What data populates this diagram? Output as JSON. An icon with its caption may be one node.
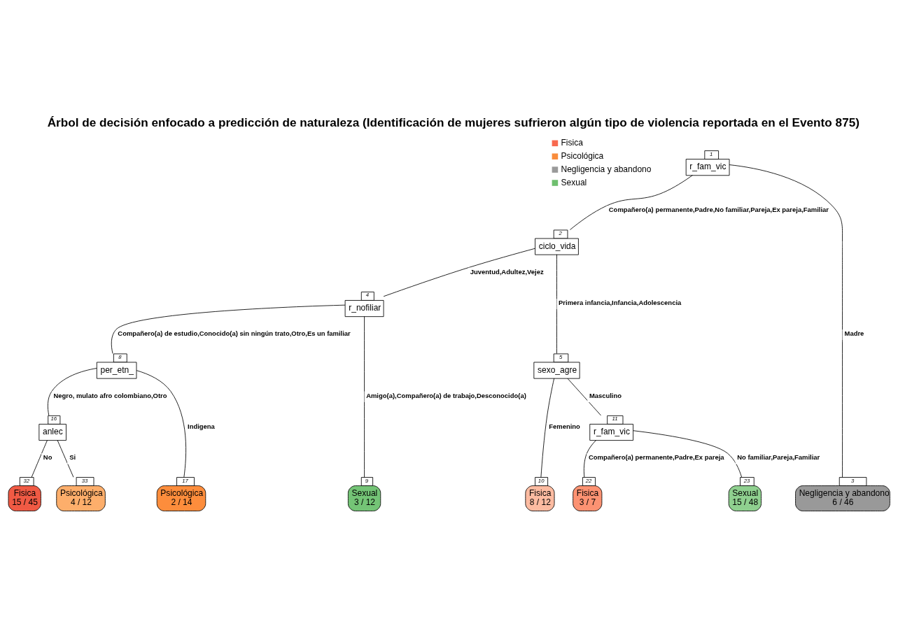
{
  "diagram": {
    "title": "Árbol de decisión enfocado a predicción de naturaleza (Identificación de mujeres sufrieron algún tipo de violencia reportada en el Evento 875)",
    "nodes": [
      {
        "text": [
          "r_fam_vic"
        ],
        "beside": [
          "1"
        ]
      },
      {
        "text": [
          "ciclo_vida"
        ],
        "beside": [
          "2"
        ]
      },
      {
        "text": [
          "r_nofiliar"
        ],
        "beside": [
          "4"
        ]
      },
      {
        "text": [
          "per_etn_"
        ],
        "beside": [
          "8"
        ]
      },
      {
        "text": [
          "anlec"
        ],
        "beside": [
          "16"
        ]
      },
      {
        "text": [
          "Fisica",
          "15 / 45"
        ],
        "beside": [
          "32"
        ]
      },
      {
        "text": [
          "Psicológica",
          "4 / 12"
        ],
        "beside": [
          "33"
        ]
      },
      {
        "text": [
          "Psicológica",
          "2 / 14"
        ],
        "beside": [
          "17"
        ]
      },
      {
        "text": [
          "Sexual",
          "3 / 12"
        ],
        "beside": [
          "9"
        ]
      },
      {
        "text": [
          "sexo_agre"
        ],
        "beside": [
          "5"
        ]
      },
      {
        "text": [
          "Fisica",
          "8 / 12"
        ],
        "beside": [
          "10"
        ]
      },
      {
        "text": [
          "r_fam_vic"
        ],
        "beside": [
          "11"
        ]
      },
      {
        "text": [
          "Fisica",
          "3 / 7"
        ],
        "beside": [
          "22"
        ]
      },
      {
        "text": [
          "Sexual",
          "15 / 48"
        ],
        "beside": [
          "23"
        ]
      },
      {
        "text": [
          "Negligencia y abandono",
          "6 / 46"
        ],
        "beside": [
          "3"
        ]
      }
    ],
    "edges": [
      {
        "from": 0,
        "to": 1,
        "arrow": "none",
        "label": "Compañero(a) permanente,Padre,No familiar,Pareja,Ex pareja,Familiar"
      },
      {
        "from": 0,
        "to": 14,
        "arrow": "none",
        "label": "Madre"
      },
      {
        "from": 1,
        "to": 2,
        "arrow": "none",
        "label": "Juventud,Adultez,Vejez"
      },
      {
        "from": 1,
        "to": 9,
        "arrow": "none",
        "label": "Primera infancia,Infancia,Adolescencia"
      },
      {
        "from": 2,
        "to": 3,
        "arrow": "none",
        "label": "Compañero(a) de estudio,Conocido(a) sin ningún trato,Otro,Es un familiar"
      },
      {
        "from": 2,
        "to": 8,
        "arrow": "none",
        "label": "Amigo(a),Compañero(a) de trabajo,Desconocido(a)"
      },
      {
        "from": 3,
        "to": 4,
        "arrow": "none",
        "label": "Negro, mulato afro colombiano,Otro"
      },
      {
        "from": 3,
        "to": 7,
        "arrow": "none",
        "label": "Indigena"
      },
      {
        "from": 4,
        "to": 5,
        "arrow": "none",
        "label": "No"
      },
      {
        "from": 4,
        "to": 6,
        "arrow": "none",
        "label": "Si"
      },
      {
        "from": 9,
        "to": 10,
        "arrow": "none",
        "label": "Femenino"
      },
      {
        "from": 9,
        "to": 11,
        "arrow": "none",
        "label": "Masculino"
      },
      {
        "from": 11,
        "to": 12,
        "arrow": "none",
        "label": "Compañero(a) permanente,Padre,Ex pareja"
      },
      {
        "from": 11,
        "to": 13,
        "arrow": "none",
        "label": "No familiar,Pareja,Familiar"
      }
    ],
    "legend": [
      {
        "text": "Fisica",
        "color": "#f8694f"
      },
      {
        "text": "Psicológica",
        "color": "#f98c3c"
      },
      {
        "text": "Negligencia y abandono",
        "color": "#9a9a9a"
      },
      {
        "text": "Sexual",
        "color": "#6fbf6f"
      }
    ]
  }
}
